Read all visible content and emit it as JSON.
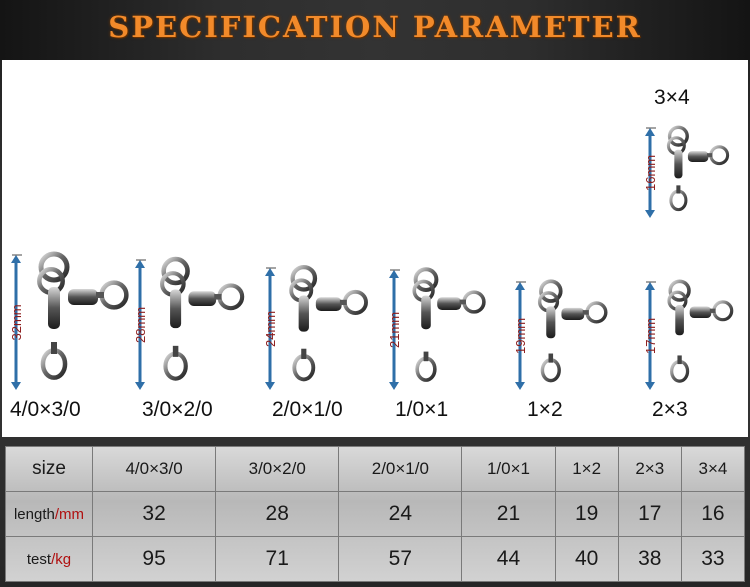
{
  "title": "SPECIFICATION PARAMETER",
  "swivels": [
    {
      "size": "4/0×3/0",
      "length_label": "32mm"
    },
    {
      "size": "3/0×2/0",
      "length_label": "28mm"
    },
    {
      "size": "2/0×1/0",
      "length_label": "24mm"
    },
    {
      "size": "1/0×1",
      "length_label": "21mm"
    },
    {
      "size": "1×2",
      "length_label": "19mm"
    },
    {
      "size": "2×3",
      "length_label": "17mm"
    },
    {
      "size": "3×4",
      "length_label": "16mm"
    }
  ],
  "table": {
    "size_header": "size",
    "length_label": "length",
    "length_unit": "/mm",
    "test_label": "test",
    "test_unit": "/kg",
    "sizes": [
      "4/0×3/0",
      "3/0×2/0",
      "2/0×1/0",
      "1/0×1",
      "1×2",
      "2×3",
      "3×4"
    ],
    "length": [
      "32",
      "28",
      "24",
      "21",
      "19",
      "17",
      "16"
    ],
    "test": [
      "95",
      "71",
      "57",
      "44",
      "40",
      "38",
      "33"
    ]
  },
  "colors": {
    "title": "#f28a2a",
    "dimension_arrow": "#2f6fa8",
    "dimension_text": "#8b1a1a",
    "unit": "#b01010"
  }
}
